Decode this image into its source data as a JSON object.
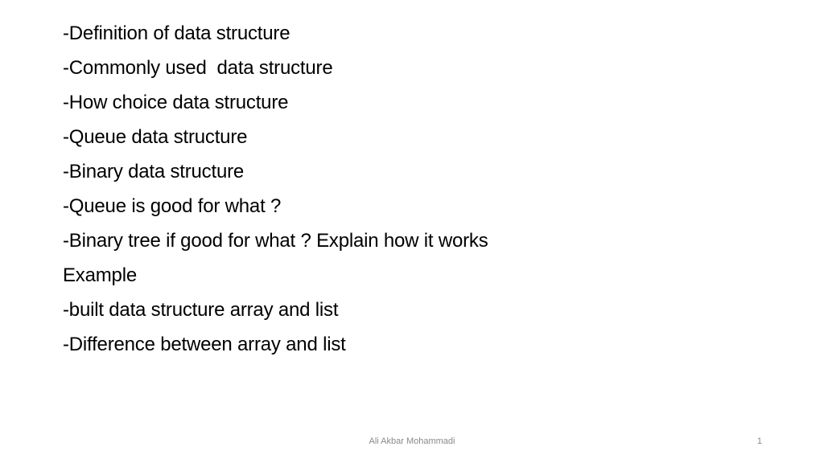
{
  "slide": {
    "lines": [
      "-Definition of data structure",
      "-Commonly used  data structure",
      "-How choice data structure",
      "-Queue data structure",
      "-Binary data structure",
      "-Queue is good for what ?",
      "-Binary tree if good for what ? Explain how it works",
      "Example",
      "-built data structure array and list",
      "-Difference between array and list"
    ],
    "footer": {
      "author": "Ali Akbar Mohammadi",
      "page_number": "1"
    }
  }
}
